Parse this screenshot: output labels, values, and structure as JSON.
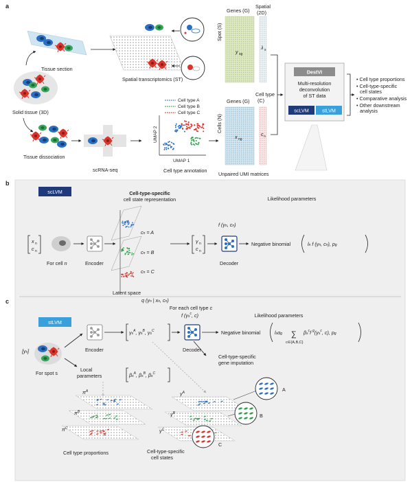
{
  "panel_a": {
    "letter": "a",
    "tissue_section": "Tissue section",
    "solid_tissue": "Solid tissue (3D)",
    "spatial_transcriptomics": "Spatial transcriptomics (ST)",
    "tissue_dissociation": "Tissue dissociation",
    "scrna_seq": "scRNA-seq",
    "cell_type_annotation": "Cell type annotation",
    "unpaired_umi": "Unpaired UMI matrices",
    "genes_top": "Genes (G)",
    "spatial_2d_line1": "Spatial",
    "spatial_2d_line2": "(2D)",
    "spot_s": "Spot (S)",
    "y_sg": "y",
    "y_sg_sub": "sg",
    "lambda_s": "λ",
    "lambda_sub": "s",
    "genes_bottom": "Genes (G)",
    "cell_type_c_line1": "Cell type",
    "cell_type_c_line2": "(C)",
    "cells_n": "Cells (N)",
    "x_ng": "x",
    "x_ng_sub": "ng",
    "c_n": "c",
    "c_n_sub": "n",
    "umap1": "UMAP 1",
    "umap2": "UMAP 2",
    "legend": [
      {
        "label": "Cell type A",
        "color": "#2b6fc2"
      },
      {
        "label": "Cell type B",
        "color": "#2e9e4a"
      },
      {
        "label": "Cell type C",
        "color": "#d8342c"
      }
    ],
    "destvi": {
      "title": "DestVI",
      "desc_line1": "Multi-resolution",
      "desc_line2": "deconvolution",
      "desc_line3": "of ST data",
      "sclvm": "scLVM",
      "stlvm": "stLVM"
    },
    "outputs": [
      "Cell type proportions",
      "Cell-type-specific",
      "cell states",
      "Comparative analysis",
      "Other downstream",
      "analysis"
    ]
  },
  "panel_b": {
    "letter": "b",
    "badge": "scLVM",
    "cell_state_line1": "Cell-type-specific",
    "cell_state_line2": "cell state representation",
    "likelihood": "Likelihood parameters",
    "input_x": "x",
    "input_x_sub": "n",
    "input_c": "c",
    "input_c_sub": "n",
    "for_cell": "For cell",
    "for_cell_n": "n",
    "encoder": "Encoder",
    "latent_space": "Latent space",
    "cn_a": "c",
    "cn_a_val": " = A",
    "cn_b_val": " = B",
    "cn_c_val": " = C",
    "posterior": "q (γ",
    "posterior_rest": " | x",
    "posterior_end": ", c",
    "gamma_n": "γ",
    "decoder": "Decoder",
    "f_label": "f (γ",
    "f_end": ", c",
    "neg_binom": "Negative binomial",
    "nb_params": "l",
    "nb_params_rest": " f (γ",
    "nb_params_end": ", c",
    "nb_params_p": "), p",
    "nb_params_g": "g"
  },
  "panel_c": {
    "letter": "c",
    "badge": "stLVM",
    "for_each": "For each cell type",
    "for_each_c": "c",
    "likelihood": "Likelihood parameters",
    "y_s": "y",
    "y_s_sub": "s",
    "for_spot": "For spot s",
    "encoder": "Encoder",
    "gamma_vec": "γ",
    "decoder": "Decoder",
    "f_label": "f (γ",
    "neg_binom": "Negative binomial",
    "nb_lead": "l",
    "nb_sum_sub": "c∈{A,B,C}",
    "local_params_line1": "Local",
    "local_params_line2": "parameters",
    "beta_vec": "β",
    "imputation_line1": "Cell-type-specific",
    "imputation_line2": "gene imputation",
    "cell_type_proportions": "Cell type proportions",
    "cell_type_specific_line1": "Cell-type-specific",
    "cell_type_specific_line2": "cell states",
    "layer_a": "A",
    "layer_b": "B",
    "layer_c": "C",
    "pi_a": "π",
    "pi_a_sup": "A",
    "pi_b_sup": "B",
    "pi_c_sup": "C",
    "gamma_a_sup": "A",
    "gamma_b_sup": "B",
    "gamma_c_sup": "C"
  },
  "colors": {
    "blue": "#2b6fc2",
    "green": "#2e9e4a",
    "red": "#d8342c",
    "navy": "#1f3a7a",
    "sky": "#3aa0dc",
    "panel_bg": "#f0f0f0",
    "grey_box": "#8c8c8c",
    "matrix_green": "#dfe9c8",
    "matrix_blue": "#c8dde9"
  },
  "icons": [
    "node-network-icon",
    "cell-icon",
    "tissue-icon",
    "glass-slide-icon",
    "magnifier-icon"
  ]
}
